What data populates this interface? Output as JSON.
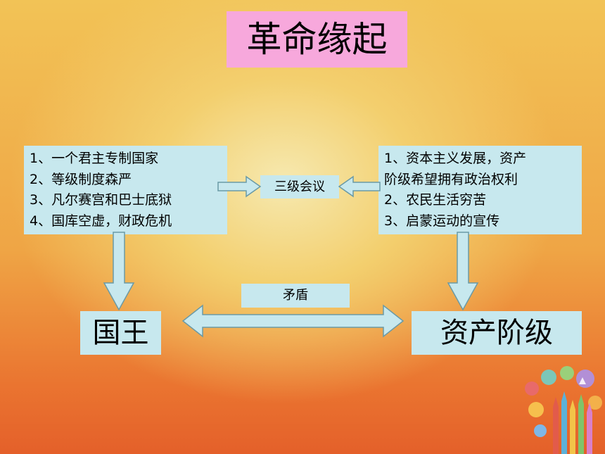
{
  "title": "革命缘起",
  "left_causes": [
    "1、一个君主专制国家",
    "2、等级制度森严",
    "3、凡尔赛宫和巴士底狱",
    "4、国库空虚，财政危机"
  ],
  "right_causes": [
    "1、资本主义发展，资产",
    "阶级希望拥有政治权利",
    "2、农民生活穷苦",
    "3、启蒙运动的宣传"
  ],
  "center_label": "三级会议",
  "conflict_label": "矛盾",
  "king": "国王",
  "bourgeoisie": "资产阶级",
  "colors": {
    "title_bg": "#f7a8dc",
    "box_bg": "#c7e8ee",
    "arrow_fill": "#c7e8ee",
    "arrow_stroke": "#6a9aa6"
  },
  "decoration_icons": [
    "pencil-icon",
    "flask-icon",
    "math-bubble-icon"
  ]
}
